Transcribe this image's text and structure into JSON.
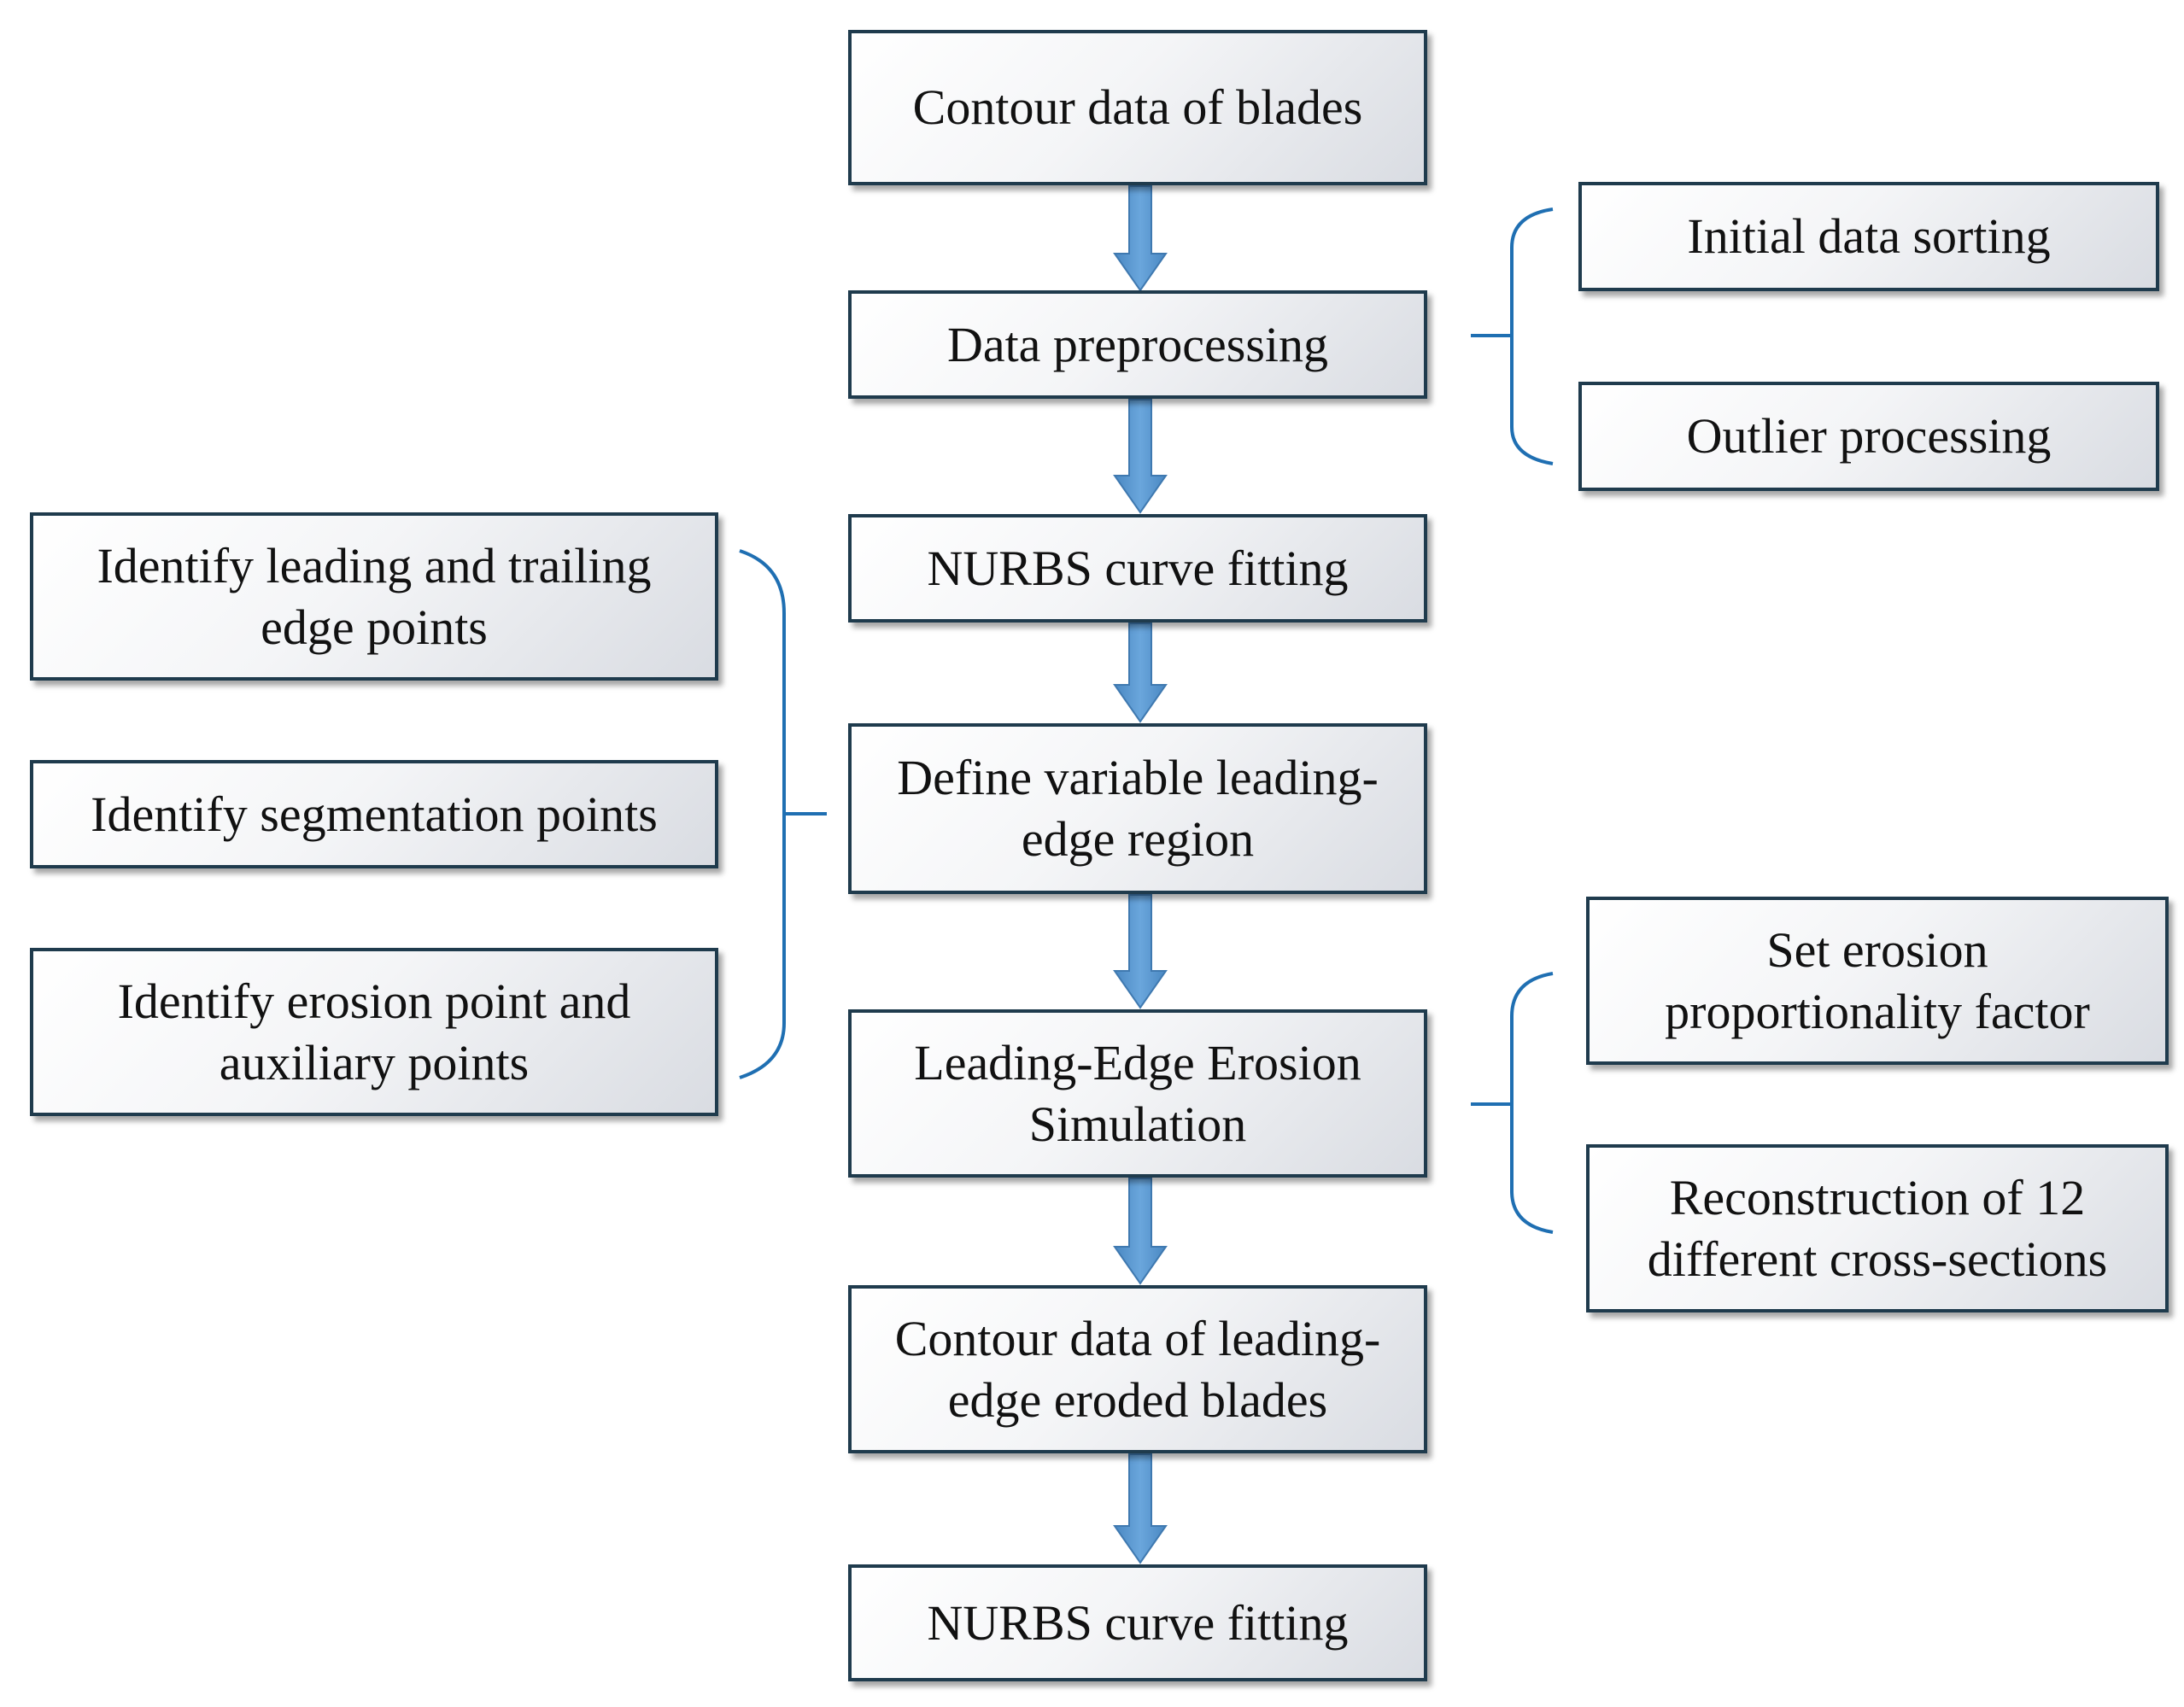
{
  "flow": {
    "contour": "Contour data of blades",
    "preprocess": "Data preprocessing",
    "nurbs1": "NURBS curve fitting",
    "define": "Define variable leading-\nedge region",
    "simulation": "Leading-Edge Erosion\nSimulation",
    "eroded": "Contour data of leading-\nedge eroded blades",
    "nurbs2": "NURBS curve fitting"
  },
  "preprocess_steps": {
    "sorting": "Initial data sorting",
    "outlier": "Outlier processing"
  },
  "define_steps": {
    "leading_trailing": "Identify leading and trailing\nedge points",
    "segmentation": "Identify segmentation points",
    "erosion_points": "Identify erosion point and\nauxiliary points"
  },
  "simulation_steps": {
    "factor": "Set erosion\nproportionality factor",
    "reconstruction": "Reconstruction of 12\ndifferent cross-sections"
  },
  "colors": {
    "arrow": "#5b9bd5",
    "bracket": "#1f6fb2",
    "box_border": "#1f3b4d"
  }
}
